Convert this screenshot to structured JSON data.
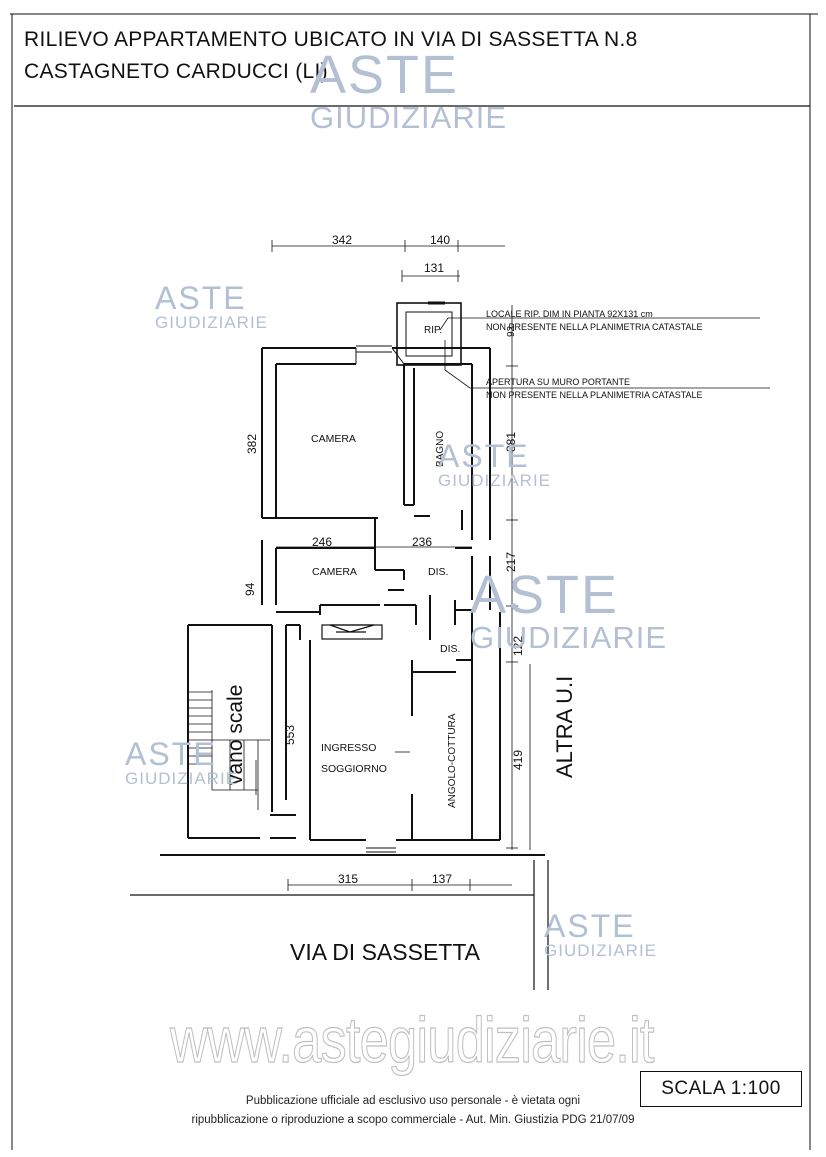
{
  "title": {
    "line1": "RILIEVO APPARTAMENTO UBICATO IN VIA DI SASSETTA N.8",
    "line2": "CASTAGNETO CARDUCCI (LI)"
  },
  "rooms": {
    "rip": "RIP.",
    "camera1": "CAMERA",
    "bagno": "BAGNO",
    "camera2": "CAMERA",
    "dis1": "DIS.",
    "dis2": "DIS.",
    "ingresso": "INGRESSO",
    "soggiorno": "SOGGIORNO",
    "angolo_cottura": "ANGOLO-COTTURA",
    "vano_scale": "vano scale",
    "altra_ui": "ALTRA U.I",
    "street": "VIA DI SASSETTA"
  },
  "dimensions": {
    "top_342": "342",
    "top_140": "140",
    "top_131": "131",
    "rip_92": "92",
    "left_382": "382",
    "right_381": "381",
    "mid_246": "246",
    "mid_236": "236",
    "right_217": "217",
    "left_94": "94",
    "right_122": "122",
    "left_553": "553",
    "right_419": "419",
    "bottom_315": "315",
    "bottom_137": "137"
  },
  "notes": {
    "note1_line1": "LOCALE RIP. DIM IN PIANTA 92X131 cm",
    "note1_line2": "NON PRESENTE NELLA PLANIMETRIA CATASTALE",
    "note2_line1": "APERTURA SU MURO PORTANTE",
    "note2_line2": "NON PRESENTE NELLA PLANIMETRIA CATASTALE"
  },
  "watermark": {
    "big": "ASTE",
    "small": "GIUDIZIARIE",
    "website": "www.astegiudiziarie.it"
  },
  "footer": {
    "line1": "Pubblicazione ufficiale ad esclusivo uso personale - è vietata ogni",
    "line2": "ripubblicazione o riproduzione a scopo commerciale - Aut. Min. Giustizia PDG 21/07/09"
  },
  "scale": "SCALA 1:100",
  "colors": {
    "ink": "#111111",
    "watermark": "#b3c0d3"
  }
}
